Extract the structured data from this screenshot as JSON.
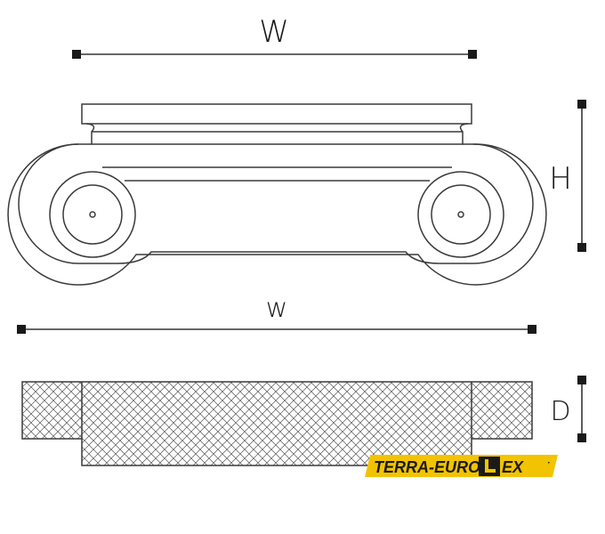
{
  "dimensions": {
    "width_upper": "W",
    "height": "H",
    "width_lower": "w",
    "depth": "D"
  },
  "logo": {
    "text_before": "TERRA-EURO",
    "text_after": "EX",
    "mark": "·",
    "background_color": "#f2c300",
    "accent_color": "#f2c300"
  },
  "colors": {
    "line": "#3a3a3a",
    "marker": "#1a1a1a",
    "hatch": "#555555"
  }
}
